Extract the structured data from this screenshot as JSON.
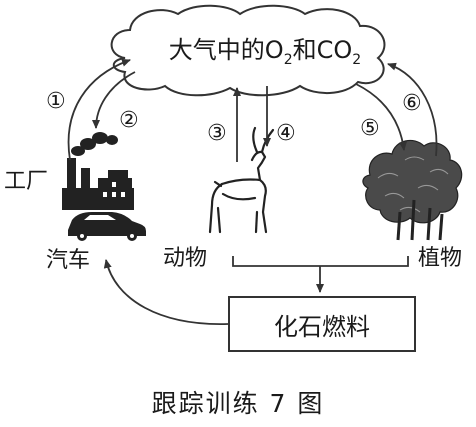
{
  "atmosphere": {
    "prefix": "大气中的O",
    "sub1": "2",
    "mid": "和CO",
    "sub2": "2"
  },
  "nodes": {
    "factory": "工厂",
    "car": "汽车",
    "animal": "动物",
    "plant": "植物",
    "fossil_fuel": "化石燃料"
  },
  "arrows": [
    {
      "label": "①"
    },
    {
      "label": "②"
    },
    {
      "label": "③"
    },
    {
      "label": "④"
    },
    {
      "label": "⑤"
    },
    {
      "label": "⑥"
    }
  ],
  "caption": "跟踪训练 7 图"
}
